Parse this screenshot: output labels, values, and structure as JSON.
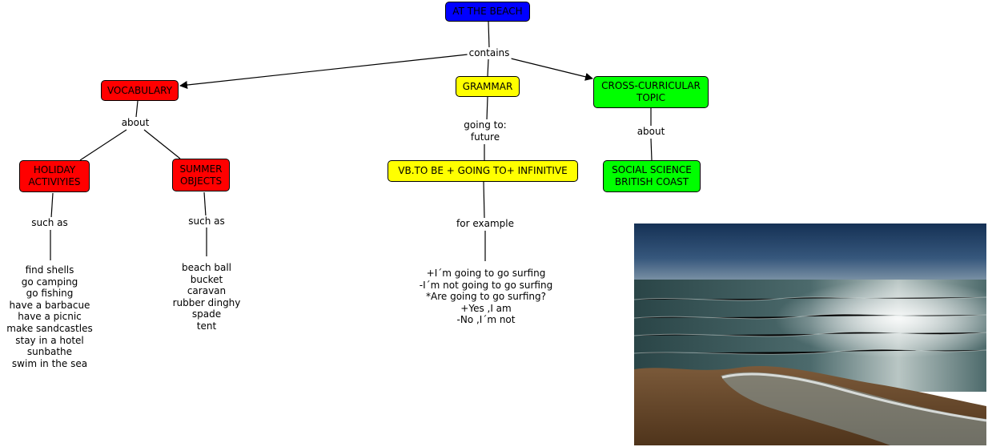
{
  "concepts": {
    "root": "AT THE BEACH",
    "vocabulary": "VOCABULARY",
    "grammar": "GRAMMAR",
    "cross": "CROSS-CURRICULAR\nTOPIC",
    "holiday": "HOLIDAY\nACTIVIYIES",
    "summer": "SUMMER\nOBJECTS",
    "vb": "VB.TO BE + GOING TO+ INFINITIVE",
    "social": "SOCIAL SCIENCE\nBRITISH COAST"
  },
  "links": {
    "contains": "contains",
    "about_vocab": "about",
    "going_to": "going to:\nfuture",
    "about_cross": "about",
    "such_as_holiday": "such as",
    "such_as_summer": "such as",
    "for_example": "for example"
  },
  "lists": {
    "holiday": [
      "find shells",
      "go camping",
      "go fishing",
      "have a barbacue",
      "have a picnic",
      "make sandcastles",
      "stay in a hotel",
      "sunbathe",
      "swim in the sea"
    ],
    "summer": [
      "beach ball",
      "bucket",
      "caravan",
      "rubber dinghy",
      "spade",
      "tent"
    ],
    "grammar": [
      "+I´m going to go surfing",
      "-I´m not going to go surfing",
      "*Are going to go surfing?",
      "+Yes ,I am",
      "-No ,I´m not"
    ]
  },
  "colors": {
    "red": "#ff0000",
    "blue": "#0000ff",
    "yellow": "#ffff00",
    "green": "#00ff00",
    "sky": "#1d3a63",
    "sea": "#2d4a4f",
    "sand": "#6a4a2a"
  },
  "image": {
    "subject": "beach photo with waves and sunlight on the sea"
  }
}
